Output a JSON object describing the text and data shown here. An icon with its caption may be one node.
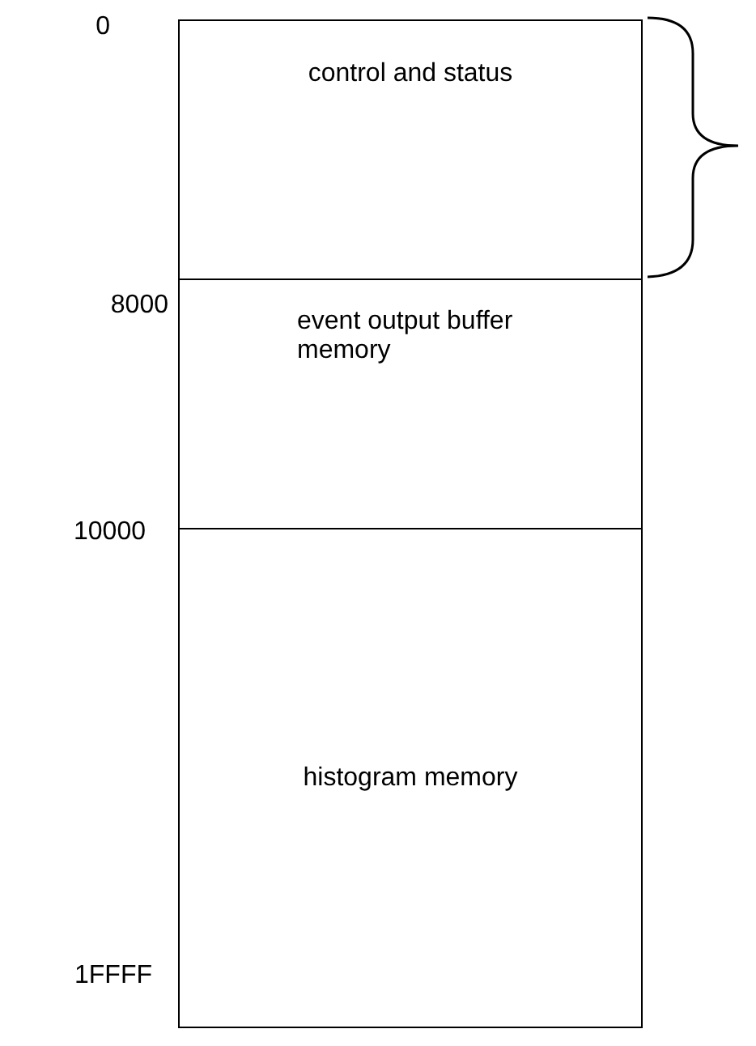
{
  "diagram": {
    "nodes": [
      {
        "text": [
          "control and status"
        ]
      },
      {
        "text": [
          "event output buffer memory"
        ]
      },
      {
        "text": [
          "histogram memory"
        ]
      }
    ],
    "labels": [
      "0",
      "8000",
      "10000",
      "1FFFF"
    ]
  }
}
